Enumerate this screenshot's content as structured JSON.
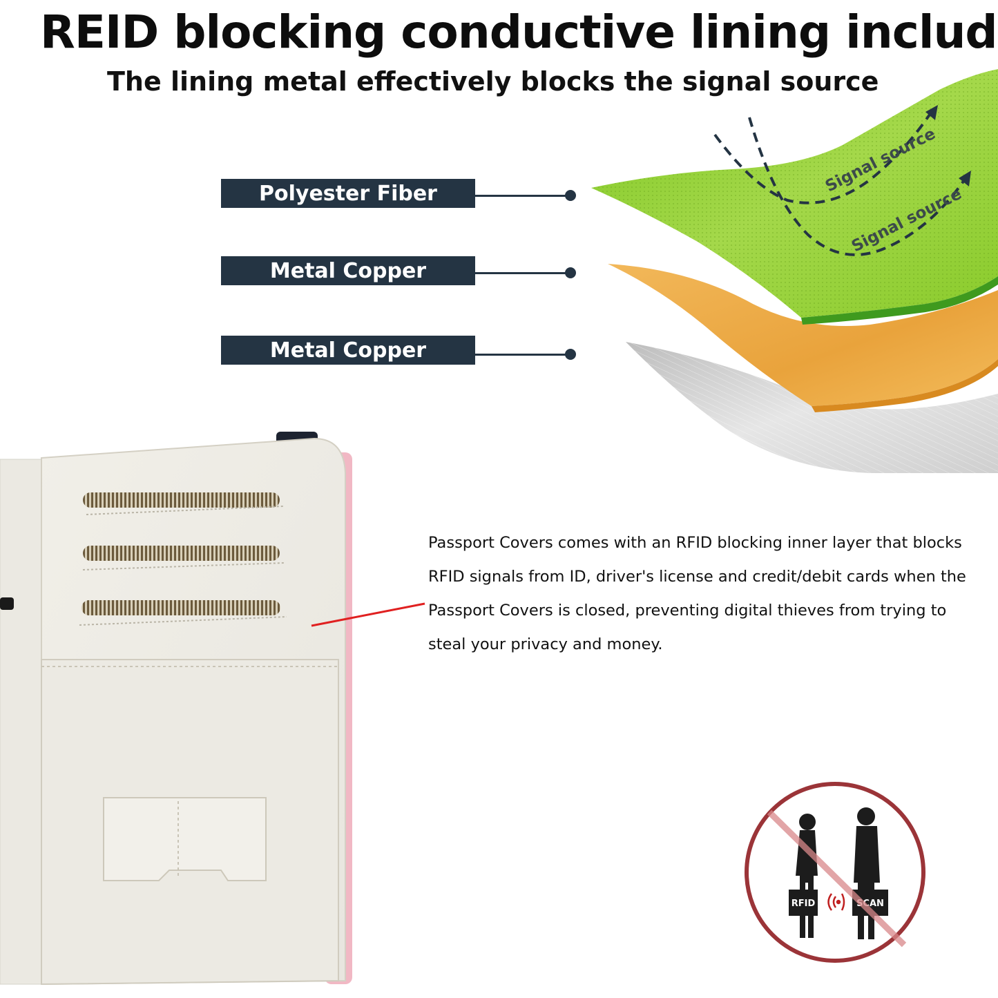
{
  "title": "REID blocking conductive lining includin",
  "subtitle": "The lining metal effectively blocks the signal source",
  "layers": [
    {
      "label": "Polyester Fiber"
    },
    {
      "label": "Metal Copper"
    },
    {
      "label": "Metal Copper"
    }
  ],
  "signal_labels": [
    "Signal source",
    "Signal source"
  ],
  "description_lines": [
    "Passport Covers comes with an RFID blocking inner layer that blocks",
    "RFID signals from ID, driver's license and credit/debit cards when the",
    "Passport Covers is closed, preventing digital thieves from trying to",
    "steal your privacy and money."
  ],
  "badge": {
    "rfid": "RFID",
    "scan": "SCAN"
  },
  "colors": {
    "label_bg": "#243443",
    "green_layer": "#8ccc2a",
    "copper_layer": "#eaa640",
    "silver_layer": "#d4d4d4",
    "pointer": "#e02020",
    "prohibit": "#9b3438"
  },
  "icons": [
    "layer-diagram",
    "signal-arrow-icon",
    "passport-cover-photo",
    "no-scan-icon",
    "person-silhouette-icon",
    "rfid-wave-icon"
  ]
}
